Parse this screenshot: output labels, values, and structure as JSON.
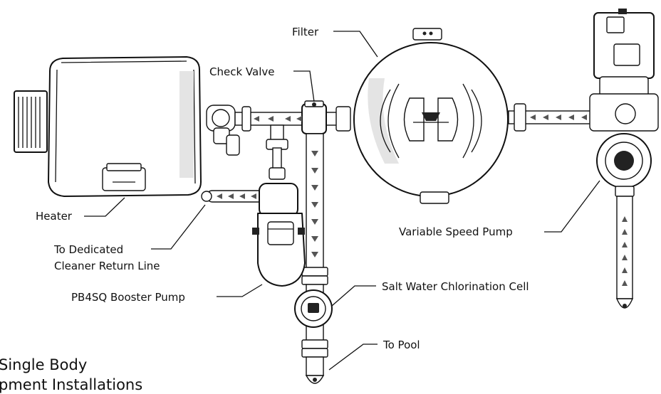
{
  "labels": {
    "filter": "Filter",
    "check_valve": "Check Valve",
    "heater": "Heater",
    "cleaner_line_1": "To Dedicated",
    "cleaner_line_2": "Cleaner Return Line",
    "variable_speed_pump": "Variable Speed Pump",
    "booster_pump": "PB4SQ Booster Pump",
    "chlorination_cell": "Salt Water Chlorination Cell",
    "to_pool": "To Pool"
  },
  "caption": {
    "line1": "Single Body",
    "line2": "pment Installations"
  },
  "colors": {
    "line": "#111111",
    "shade": "#e4e4e4",
    "flow_arrow": "#555555"
  }
}
